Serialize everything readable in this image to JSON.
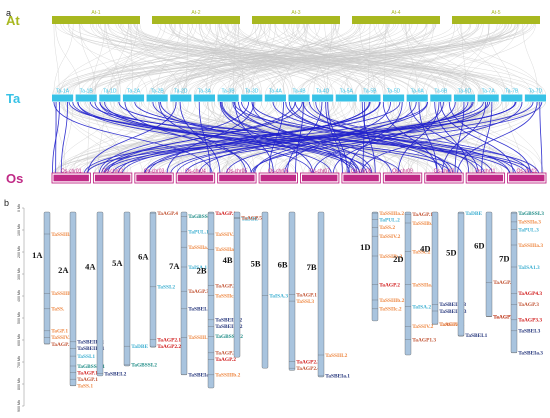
{
  "panel_a": {
    "label": "a",
    "species": [
      {
        "key": "At",
        "label": "At",
        "color": "#a8b820",
        "chromosomes": [
          "At-1",
          "At-2",
          "At-3",
          "At-4",
          "At-5"
        ]
      },
      {
        "key": "Ta",
        "label": "Ta",
        "color": "#38c2e6",
        "chromosomes": [
          "Ta-1A",
          "Ta-1B",
          "Ta-1D",
          "Ta-2A",
          "Ta-2B",
          "Ta-2D",
          "Ta-3A",
          "Ta-3B",
          "Ta-3D",
          "Ta-4A",
          "Ta-4B",
          "Ta-4D",
          "Ta-5A",
          "Ta-5B",
          "Ta-5D",
          "Ta-6A",
          "Ta-6B",
          "Ta-6D",
          "Ta-7A",
          "Ta-7B",
          "Ta-7D"
        ]
      },
      {
        "key": "Os",
        "label": "Os",
        "color": "#c02a86",
        "chromosomes": [
          "Os-chr01",
          "Os-chr02",
          "Os-chr03",
          "Os-chr04",
          "Os-chr05",
          "Os-chr06",
          "Os-chr07",
          "Os-chr08",
          "Os-chr09",
          "Os-chr10",
          "Os-chr11",
          "Os-chr12"
        ]
      }
    ],
    "link_colors": {
      "background": "#c8c8c8",
      "highlight": "#2222cc"
    }
  },
  "panel_b": {
    "label": "b",
    "axis": {
      "unit": "Mb",
      "ticks": [
        0,
        100,
        200,
        300,
        400,
        500,
        600,
        700,
        800,
        900
      ]
    },
    "colors": {
      "bar_fill": "#a9c4de",
      "bar_stroke": "#555555",
      "blue": "#22337a",
      "orange": "#ee8640",
      "teal": "#1a8a84",
      "brown": "#c05030",
      "red": "#d01818",
      "cyan": "#3aaed0"
    },
    "chromosomes": [
      {
        "name": "1A",
        "size": 600,
        "genes": [
          {
            "t": "TaSSIIIa.1",
            "pos": 100,
            "c": "orange"
          },
          {
            "t": "TaSSIIIb.1",
            "pos": 370,
            "c": "orange"
          },
          {
            "t": "TaSS.",
            "pos": 440,
            "c": "orange"
          },
          {
            "t": "TaGP.1",
            "pos": 540,
            "c": "orange"
          },
          {
            "t": "TaSSIV.1",
            "pos": 570,
            "c": "orange"
          },
          {
            "t": "TaAGP.1",
            "pos": 600,
            "c": "brown"
          }
        ]
      },
      {
        "name": "2A",
        "size": 790,
        "genes": [
          {
            "t": "TaSBEIIa.1",
            "pos": 590,
            "c": "blue"
          },
          {
            "t": "TaSBEIIb.1",
            "pos": 620,
            "c": "blue"
          },
          {
            "t": "TaSSI.1",
            "pos": 655,
            "c": "cyan"
          },
          {
            "t": "TaGBSSII.1",
            "pos": 700,
            "c": "teal"
          },
          {
            "t": "TaAGP.1",
            "pos": 730,
            "c": "red"
          },
          {
            "t": "TaAGP.1",
            "pos": 760,
            "c": "brown"
          },
          {
            "t": "TaSS.1",
            "pos": 790,
            "c": "orange"
          }
        ]
      },
      {
        "name": "4A",
        "size": 745,
        "genes": [
          {
            "t": "TaSBEI.2",
            "pos": 735,
            "c": "blue"
          }
        ]
      },
      {
        "name": "5A",
        "size": 700,
        "genes": [
          {
            "t": "TaDBE",
            "pos": 610,
            "c": "cyan"
          },
          {
            "t": "TaGBSSI.2",
            "pos": 695,
            "c": "teal"
          }
        ]
      },
      {
        "name": "6A",
        "size": 615,
        "genes": [
          {
            "t": "TaAGP.4",
            "pos": 5,
            "c": "brown"
          },
          {
            "t": "TaSSI.2",
            "pos": 340,
            "c": "cyan"
          },
          {
            "t": "TaAGP2.1",
            "pos": 580,
            "c": "red"
          },
          {
            "t": "TaAGP2.2",
            "pos": 610,
            "c": "red"
          }
        ]
      },
      {
        "name": "7A",
        "size": 740,
        "genes": [
          {
            "t": "TaGBSSI.1",
            "pos": 20,
            "c": "teal"
          },
          {
            "t": "TaPUL.1",
            "pos": 90,
            "c": "cyan"
          },
          {
            "t": "TaSSIIa.1",
            "pos": 160,
            "c": "orange"
          },
          {
            "t": "TaISA.1",
            "pos": 250,
            "c": "cyan"
          },
          {
            "t": "TaAGP.3",
            "pos": 360,
            "c": "brown"
          },
          {
            "t": "TaSBEI.1",
            "pos": 440,
            "c": "blue"
          },
          {
            "t": "TaSSIII.1",
            "pos": 570,
            "c": "orange"
          },
          {
            "t": "TaSBEIa.1",
            "pos": 740,
            "c": "blue"
          }
        ]
      },
      {
        "name": "2B",
        "size": 800,
        "genes": [
          {
            "t": "TaAGP.1",
            "pos": 5,
            "c": "red"
          },
          {
            "t": "TaSSIV.2",
            "pos": 100,
            "c": "orange"
          },
          {
            "t": "TaSSIIa.2",
            "pos": 170,
            "c": "orange"
          },
          {
            "t": "TaAGP.2",
            "pos": 335,
            "c": "brown"
          },
          {
            "t": "TaSSIIc.2",
            "pos": 380,
            "c": "orange"
          },
          {
            "t": "TaSBEIIa.2",
            "pos": 490,
            "c": "blue"
          },
          {
            "t": "TaSBEIIb.2",
            "pos": 520,
            "c": "blue"
          },
          {
            "t": "TaGBSSII.2",
            "pos": 565,
            "c": "teal"
          },
          {
            "t": "TaAGP.2",
            "pos": 640,
            "c": "brown"
          },
          {
            "t": "TaAGP.2",
            "pos": 670,
            "c": "red"
          },
          {
            "t": "TaSSIIIb.2",
            "pos": 740,
            "c": "orange"
          }
        ]
      },
      {
        "name": "4B",
        "size": 660,
        "genes": [
          {
            "t": "TaDBE",
            "pos": 30,
            "c": "cyan"
          },
          {
            "t": "TaAGP.5",
            "pos": 25,
            "c": "brown"
          }
        ]
      },
      {
        "name": "5B",
        "size": 710,
        "genes": [
          {
            "t": "TaISA.3",
            "pos": 380,
            "c": "cyan"
          }
        ]
      },
      {
        "name": "6B",
        "size": 720,
        "genes": [
          {
            "t": "TaAGP.1",
            "pos": 375,
            "c": "brown"
          },
          {
            "t": "TaSSI.3",
            "pos": 405,
            "c": "orange"
          },
          {
            "t": "TaAGP2.3",
            "pos": 680,
            "c": "red"
          },
          {
            "t": "TaAGP2.4",
            "pos": 710,
            "c": "brown"
          }
        ]
      },
      {
        "name": "7B",
        "size": 750,
        "genes": [
          {
            "t": "TaSSIII.2",
            "pos": 650,
            "c": "orange"
          },
          {
            "t": "TaSBEIa.1",
            "pos": 745,
            "c": "blue"
          }
        ]
      },
      {
        "name": "1D",
        "size": 495,
        "genes": [
          {
            "t": "TaSSIIIa.2",
            "pos": 5,
            "c": "orange"
          },
          {
            "t": "TaPUL.2",
            "pos": 35,
            "c": "cyan"
          },
          {
            "t": "TaSS.2",
            "pos": 70,
            "c": "orange"
          },
          {
            "t": "TaSSIV.2",
            "pos": 110,
            "c": "orange"
          },
          {
            "t": "TaSSIIb.2",
            "pos": 200,
            "c": "orange"
          },
          {
            "t": "TaAGP.2",
            "pos": 330,
            "c": "red"
          },
          {
            "t": "TaSSIIIb.2",
            "pos": 400,
            "c": "orange"
          },
          {
            "t": "TaSSIIc.2",
            "pos": 440,
            "c": "orange"
          }
        ]
      },
      {
        "name": "2D",
        "size": 650,
        "genes": [
          {
            "t": "TaAGP.1",
            "pos": 10,
            "c": "brown"
          },
          {
            "t": "TaSSIIb.1",
            "pos": 50,
            "c": "orange"
          },
          {
            "t": "TaSSc.2",
            "pos": 180,
            "c": "orange"
          },
          {
            "t": "TaSSIIa.2",
            "pos": 330,
            "c": "orange"
          },
          {
            "t": "TaISA.2",
            "pos": 430,
            "c": "cyan"
          },
          {
            "t": "TaSSIV.2",
            "pos": 520,
            "c": "orange"
          },
          {
            "t": "TaAGP1.3",
            "pos": 580,
            "c": "brown"
          }
        ]
      },
      {
        "name": "4D",
        "size": 510,
        "genes": [
          {
            "t": "TaSBEIIa.3",
            "pos": 420,
            "c": "blue"
          },
          {
            "t": "TaSBEIIb.3",
            "pos": 450,
            "c": "blue"
          },
          {
            "t": "TaAGP.4",
            "pos": 580,
            "c": "brown"
          },
          {
            "t": "TaSSIIIb.2",
            "pos": 650,
            "c": "orange"
          }
        ]
      },
      {
        "name": "5D",
        "size": 565,
        "genes": [
          {
            "t": "TaDBE",
            "pos": 5,
            "c": "cyan"
          },
          {
            "t": "TaSBEI.1",
            "pos": 560,
            "c": "blue"
          }
        ]
      },
      {
        "name": "6D",
        "size": 475,
        "genes": [
          {
            "t": "TaAGP.3",
            "pos": 320,
            "c": "brown"
          },
          {
            "t": "TaAGP2.5",
            "pos": 600,
            "c": "red"
          },
          {
            "t": "TaAGP2.6",
            "pos": 630,
            "c": "brown"
          }
        ]
      },
      {
        "name": "7D",
        "size": 640,
        "genes": [
          {
            "t": "TaGBSSI.3",
            "pos": 5,
            "c": "teal"
          },
          {
            "t": "TaSSIIa.3",
            "pos": 45,
            "c": "orange"
          },
          {
            "t": "TaPUL.3",
            "pos": 80,
            "c": "cyan"
          },
          {
            "t": "TaSSIIIa.3",
            "pos": 150,
            "c": "orange"
          },
          {
            "t": "TaISA1.3",
            "pos": 250,
            "c": "cyan"
          },
          {
            "t": "TaAGP4.3",
            "pos": 370,
            "c": "red"
          },
          {
            "t": "TaAGP.3",
            "pos": 420,
            "c": "brown"
          },
          {
            "t": "TaAGP3.3",
            "pos": 490,
            "c": "red"
          },
          {
            "t": "TaSBEI.3",
            "pos": 540,
            "c": "blue"
          },
          {
            "t": "TaSBEIa.3",
            "pos": 640,
            "c": "blue"
          }
        ]
      }
    ]
  }
}
